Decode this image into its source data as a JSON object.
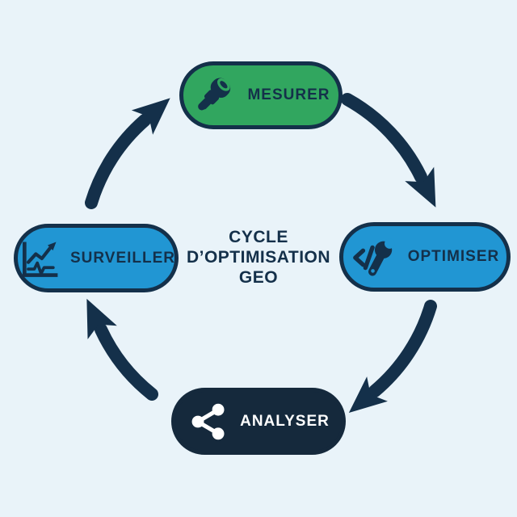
{
  "diagram": {
    "title": {
      "line1": "CYCLE",
      "line2": "D’OPTIMISATION",
      "line3": "GEO"
    },
    "nodes": [
      {
        "id": "mesurer",
        "label": "MESURER",
        "icon": "telescope-icon",
        "position": "top",
        "fill": "#31a65f",
        "text_color": "#14304a"
      },
      {
        "id": "optimiser",
        "label": "OPTIMISER",
        "icon": "code-wrench-icon",
        "position": "right",
        "fill": "#2196d3",
        "text_color": "#14304a"
      },
      {
        "id": "analyser",
        "label": "ANALYSER",
        "icon": "share-icon",
        "position": "bottom",
        "fill": "#15293c",
        "text_color": "#ffffff"
      },
      {
        "id": "surveiller",
        "label": "SURVEILLER",
        "icon": "chart-monitor-icon",
        "position": "left",
        "fill": "#2196d3",
        "text_color": "#14304a"
      }
    ],
    "arrows": [
      {
        "from": "mesurer",
        "to": "optimiser"
      },
      {
        "from": "optimiser",
        "to": "analyser"
      },
      {
        "from": "analyser",
        "to": "surveiller"
      },
      {
        "from": "surveiller",
        "to": "mesurer"
      }
    ],
    "colors": {
      "background": "#e9f3f9",
      "navy": "#14304a",
      "green": "#31a65f",
      "blue": "#2196d3",
      "dark-fill": "#15293c"
    }
  }
}
